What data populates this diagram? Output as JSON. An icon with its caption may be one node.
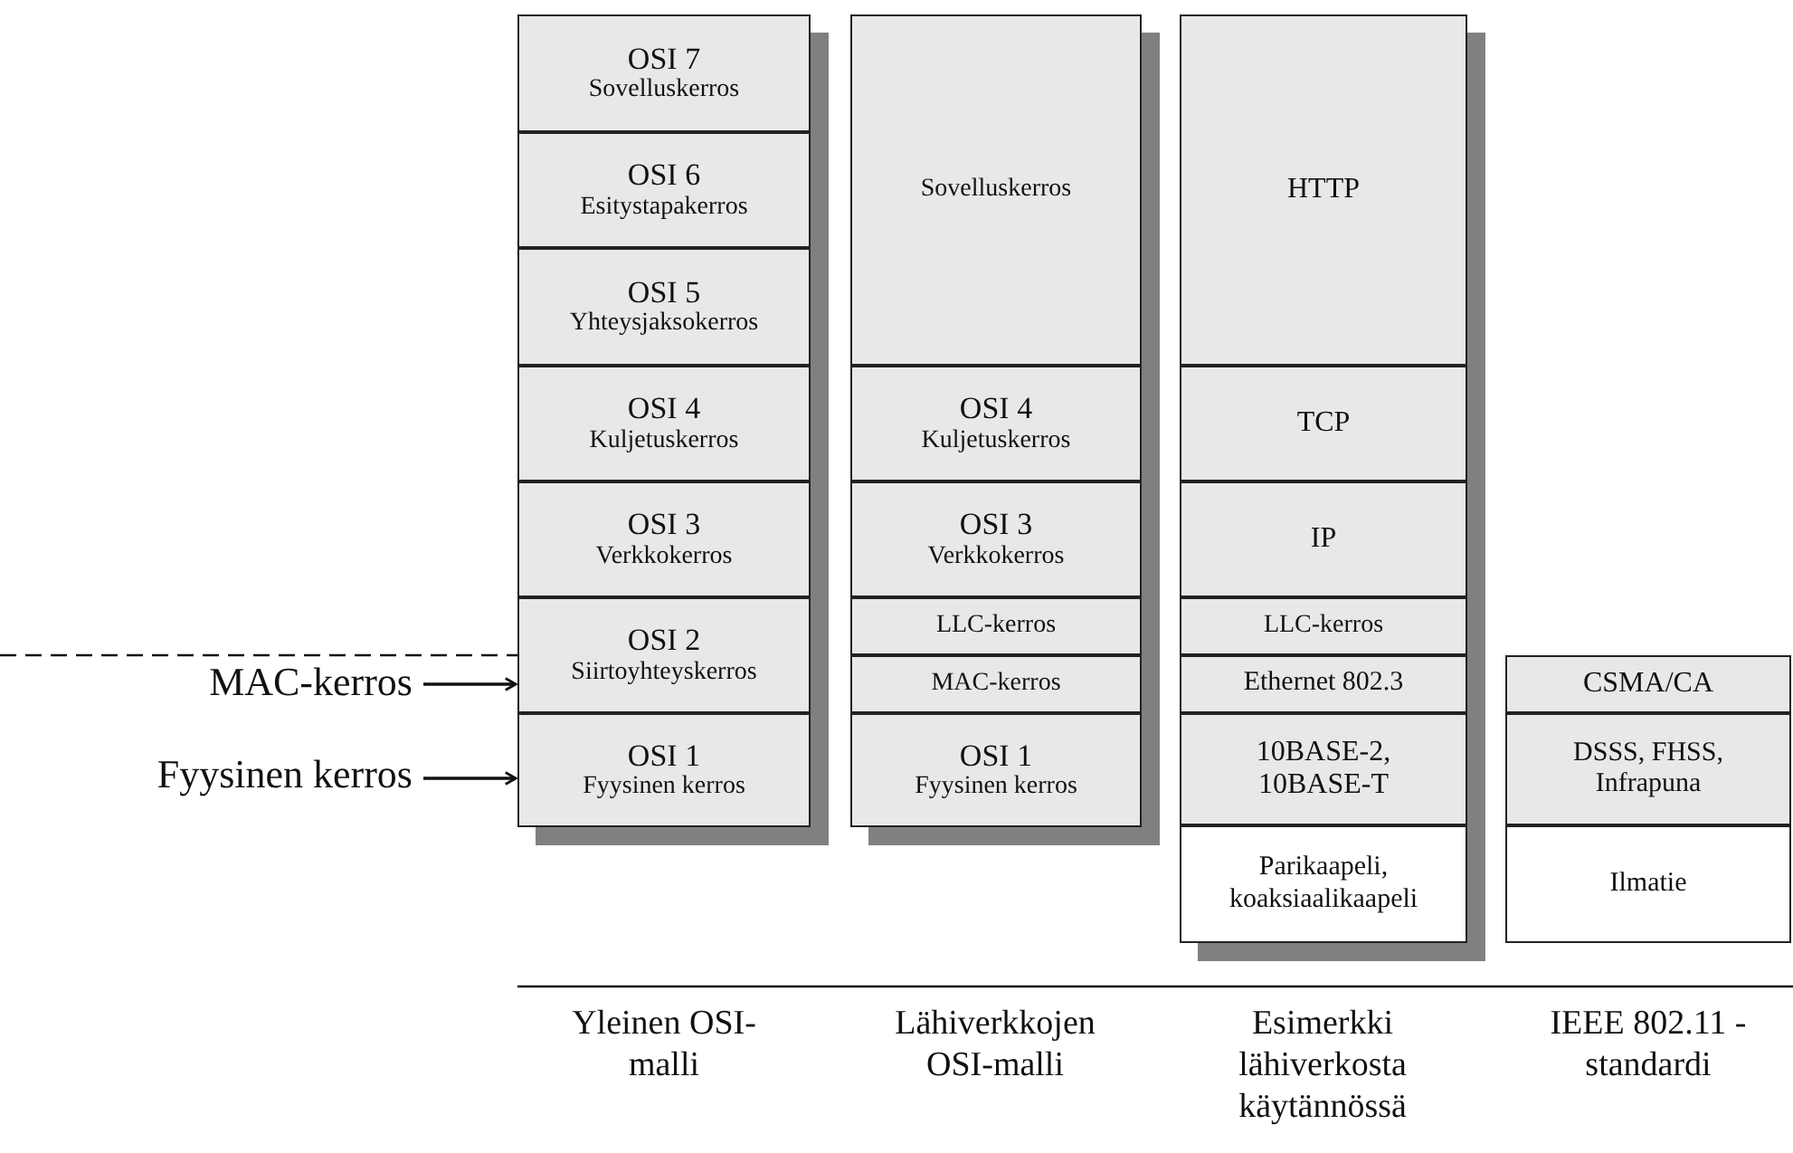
{
  "diagram": {
    "nodes": [
      {
        "text": [
          "OSI 7",
          "Sovelluskerros"
        ]
      },
      {
        "text": [
          "OSI 6",
          "Esitystapakerros"
        ]
      },
      {
        "text": [
          "OSI 5",
          "Yhteysjaksokerros"
        ]
      },
      {
        "text": [
          "OSI 4",
          "Kuljetuskerros"
        ]
      },
      {
        "text": [
          "OSI 3",
          "Verkkokerros"
        ]
      },
      {
        "text": [
          "OSI 2",
          "Siirtoyhteyskerros"
        ]
      },
      {
        "text": [
          "OSI 1",
          "Fyysinen kerros"
        ]
      },
      {
        "text": [
          "Sovelluskerros"
        ]
      },
      {
        "text": [
          "OSI 4",
          "Kuljetuskerros"
        ]
      },
      {
        "text": [
          "OSI 3",
          "Verkkokerros"
        ]
      },
      {
        "text": [
          "LLC-kerros"
        ]
      },
      {
        "text": [
          "MAC-kerros"
        ]
      },
      {
        "text": [
          "OSI 1",
          "Fyysinen kerros"
        ]
      },
      {
        "text": [
          "HTTP"
        ]
      },
      {
        "text": [
          "TCP"
        ]
      },
      {
        "text": [
          "IP"
        ]
      },
      {
        "text": [
          "LLC-kerros"
        ]
      },
      {
        "text": [
          "Ethernet 802.3"
        ]
      },
      {
        "text": [
          "10BASE-2, 10BASE-T"
        ]
      },
      {
        "text": [
          "Parikaapeli, koaksiaalikaapeli"
        ]
      },
      {
        "text": [
          "CSMA/CA"
        ]
      },
      {
        "text": [
          "DSSS, FHSS, Infrapuna"
        ]
      },
      {
        "text": [
          "Ilmatie"
        ]
      },
      {
        "text": [
          "MAC-kerros"
        ]
      },
      {
        "text": [
          "Fyysinen kerros"
        ]
      }
    ],
    "edges": [
      {
        "from": 23,
        "to": 5,
        "arrow": "to"
      },
      {
        "from": 24,
        "to": 6,
        "arrow": "to"
      }
    ],
    "labels": [
      "Yleinen OSI-malli",
      "Lähiverkkojen OSI-malli",
      "Esimerkki lähiverkosta käytännössä",
      "IEEE 802.11 -standardi"
    ]
  }
}
